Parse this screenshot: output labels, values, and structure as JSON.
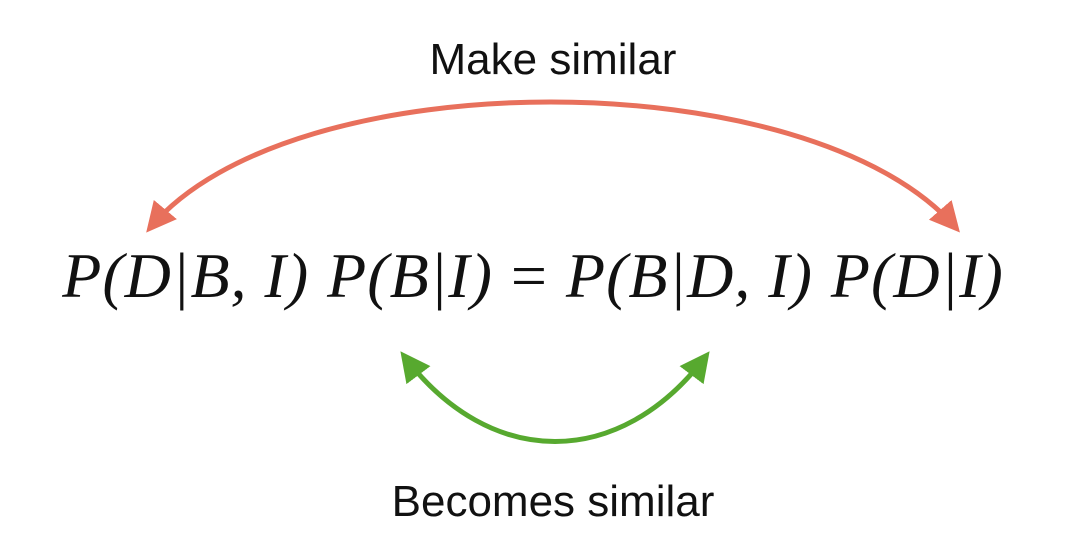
{
  "top_label": "Make similar",
  "bottom_label": "Becomes similar",
  "equation": {
    "lhs_likelihood": "P(D|B, I)",
    "lhs_prior": "P(B|I)",
    "equals": "=",
    "rhs_posterior": "P(B|D, I)",
    "rhs_evidence": "P(D|I)"
  },
  "colors": {
    "top_arrow": "#e8705c",
    "bottom_arrow": "#57a92f",
    "text": "#111111"
  },
  "icons": {
    "top_arrow": "double-headed-curved-arrow-icon",
    "bottom_arrow": "double-headed-curved-arrow-icon"
  }
}
